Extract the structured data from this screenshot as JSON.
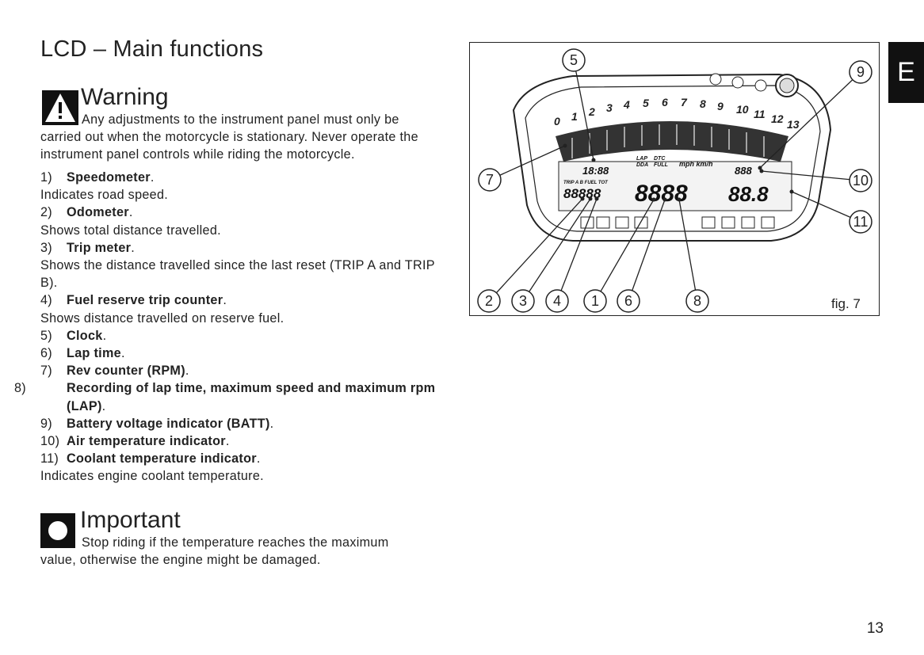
{
  "title": "LCD – Main functions",
  "warning": {
    "heading": "Warning",
    "text_first": "Any adjustments to the instrument panel must only be",
    "text_rest": "carried out when the motorcycle is stationary. Never operate the instrument panel controls while riding the motorcycle."
  },
  "items": [
    {
      "num": "1)",
      "label": "Speedometer",
      "desc": "Indicates road speed."
    },
    {
      "num": "2)",
      "label": "Odometer",
      "desc": "Shows total distance travelled."
    },
    {
      "num": "3)",
      "label": "Trip meter",
      "desc": "Shows the distance travelled since the last reset (TRIP A and TRIP B)."
    },
    {
      "num": "4)",
      "label": "Fuel reserve trip counter",
      "desc": "Shows distance travelled on reserve fuel."
    },
    {
      "num": "5)",
      "label": "Clock",
      "desc": ""
    },
    {
      "num": "6)",
      "label": "Lap time",
      "desc": ""
    },
    {
      "num": "7)",
      "label": "Rev counter (RPM)",
      "desc": ""
    },
    {
      "num": "8)",
      "label": "Recording of lap time, maximum speed and maximum rpm (LAP)",
      "desc": ""
    },
    {
      "num": "9)",
      "label": "Battery voltage indicator (BATT)",
      "desc": ""
    },
    {
      "num": "10)",
      "label": "Air temperature indicator",
      "desc": ""
    },
    {
      "num": "11)",
      "label": "Coolant temperature indicator",
      "desc": "Indicates engine coolant temperature."
    }
  ],
  "important": {
    "heading": "Important",
    "text_first": "Stop riding if the temperature reaches the maximum",
    "text_rest": "value, otherwise the engine might be damaged."
  },
  "figure": {
    "caption": "fig. 7",
    "callouts": [
      "5",
      "9",
      "7",
      "10",
      "11",
      "2",
      "3",
      "4",
      "1",
      "6",
      "8"
    ],
    "scale": [
      "0",
      "1",
      "2",
      "3",
      "4",
      "5",
      "6",
      "7",
      "8",
      "9",
      "10",
      "11",
      "12",
      "13"
    ],
    "lcd": {
      "clock": "18:88",
      "odo": "88888",
      "big": "8888",
      "small_right": "888",
      "temp": "88.8",
      "lap_label": "LAP",
      "dtc_label": "DTC",
      "dda_label": "DDA",
      "full_label": "FULL",
      "mph_kmh": "mph km/h",
      "trip_labels": "TRIP A B  FUEL  TOT"
    }
  },
  "section_tab": "E",
  "page_number": "13"
}
